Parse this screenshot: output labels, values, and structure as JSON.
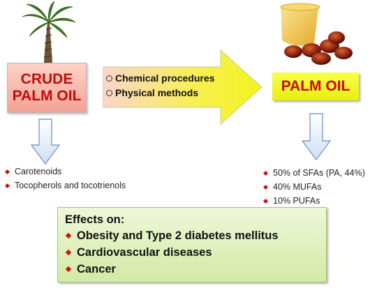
{
  "crude_box": {
    "line1": "CRUDE",
    "line2": "PALM OIL"
  },
  "process": {
    "options": [
      "Chemical procedures",
      "Physical methods"
    ]
  },
  "palm_box": {
    "label": "PALM OIL"
  },
  "crude_components": [
    "Carotenoids",
    "Tocopherols and tocotrienols"
  ],
  "palm_oil_composition": [
    "50% of SFAs (PA, 44%)",
    "40% MUFAs",
    "10% PUFAs"
  ],
  "effects": {
    "title": "Effects on:",
    "items": [
      "Obesity and Type 2 diabetes mellitus",
      "Cardiovascular diseases",
      "Cancer"
    ]
  },
  "colors": {
    "label_red": "#c40b0b",
    "crude_box_fill": "#f5b3a6",
    "palm_box_fill": "#f2f722",
    "arrow_fill": "#f4f42c",
    "effects_fill": "#dcefb7",
    "bullet_red": "#d10f0f"
  },
  "icons": [
    "palm-tree-icon",
    "palm-fruit-icon"
  ]
}
